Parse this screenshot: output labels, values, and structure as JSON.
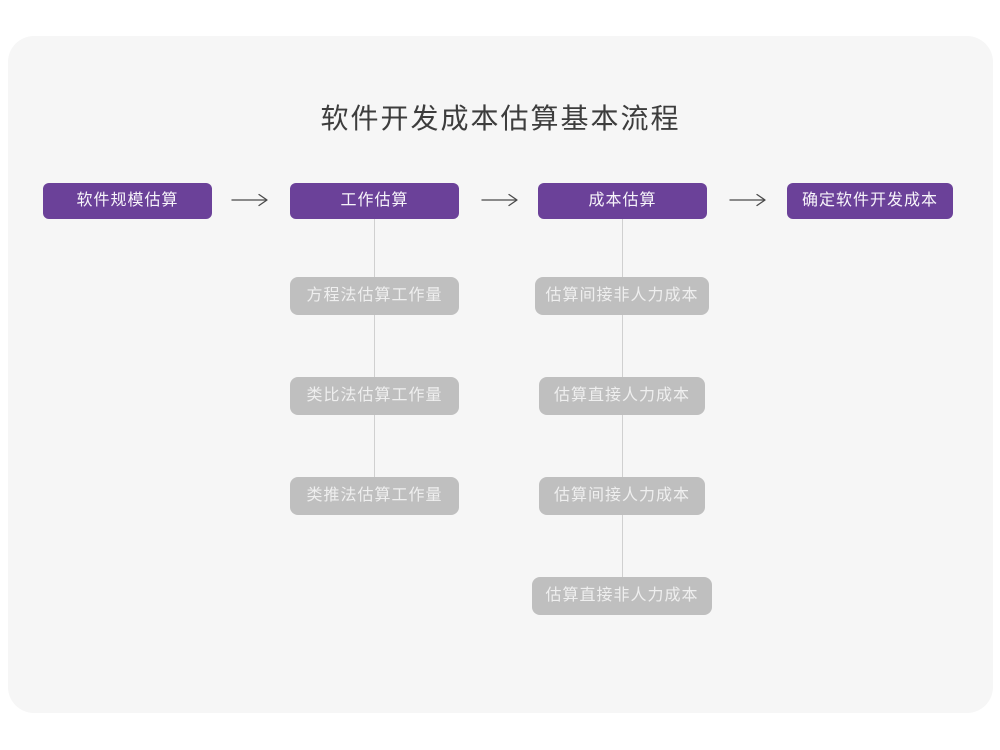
{
  "title": "软件开发成本估算基本流程",
  "colors": {
    "card_background": "#F6F6F6",
    "stage_purple": "#6B4199",
    "substep_gray": "#BFBFBF",
    "connector_line": "#D0D0D0",
    "arrow": "#4A4A4A",
    "title_text": "#3D3D3D"
  },
  "flow": {
    "stages": [
      {
        "label": "软件规模估算"
      },
      {
        "label": "工作估算"
      },
      {
        "label": "成本估算"
      },
      {
        "label": "确定软件开发成本"
      }
    ],
    "substeps": {
      "work": [
        "方程法估算工作量",
        "类比法估算工作量",
        "类推法估算工作量"
      ],
      "cost": [
        "估算间接非人力成本",
        "估算直接人力成本",
        "估算间接人力成本",
        "估算直接非人力成本"
      ]
    }
  }
}
